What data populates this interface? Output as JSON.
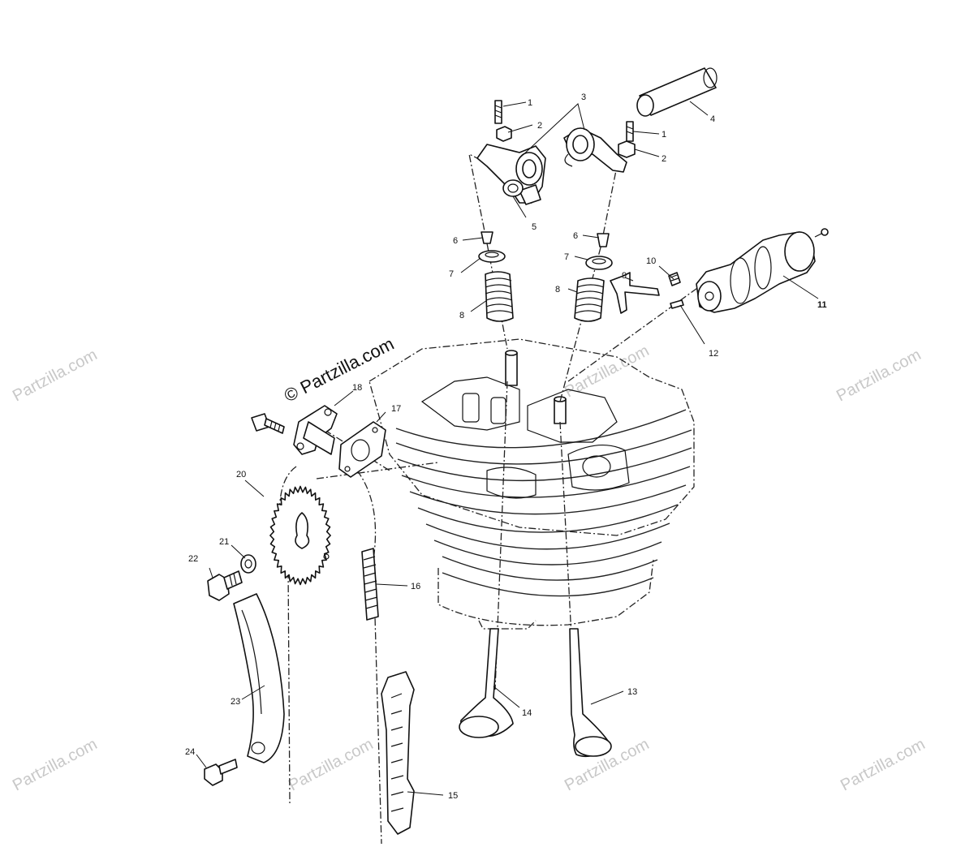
{
  "watermarks": {
    "brand": "Partzilla.com",
    "center_stamp": "© Partzilla.com"
  },
  "callouts": {
    "c1a": "1",
    "c1b": "1",
    "c2a": "2",
    "c2b": "2",
    "c3": "3",
    "c4": "4",
    "c5": "5",
    "c6a": "6",
    "c6b": "6",
    "c7a": "7",
    "c7b": "7",
    "c8a": "8",
    "c8b": "8",
    "c9": "9",
    "c10": "10",
    "c11": "11",
    "c12": "12",
    "c13": "13",
    "c14": "14",
    "c15": "15",
    "c16": "16",
    "c17": "17",
    "c18": "18",
    "c20": "20",
    "c21": "21",
    "c22": "22",
    "c23": "23",
    "c24": "24"
  },
  "colors": {
    "line": "#111111",
    "watermark": "#c8c8c8",
    "background": "#ffffff"
  }
}
